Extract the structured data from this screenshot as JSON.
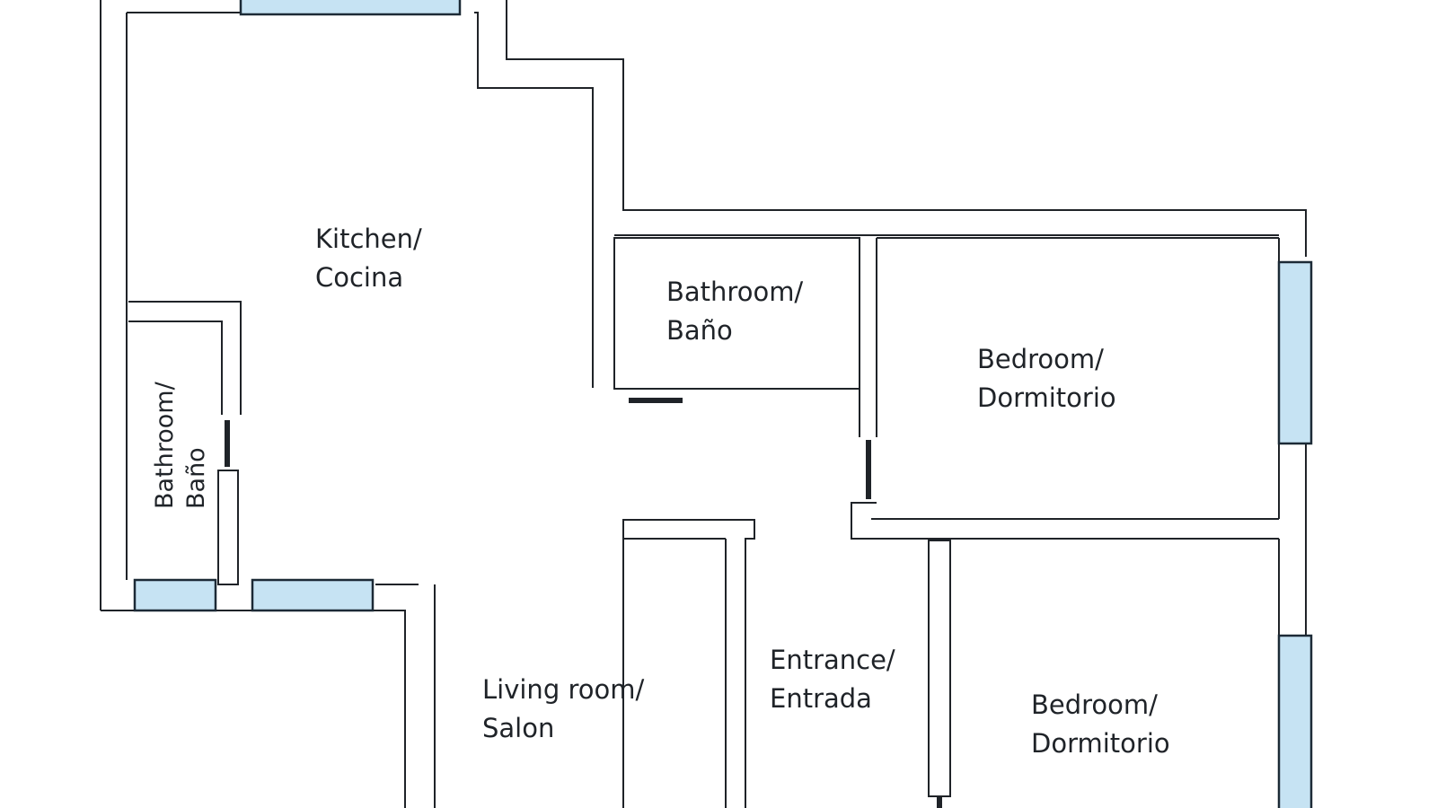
{
  "colors": {
    "wall": "#1f2328",
    "window_fill": "#c6e3f3",
    "window_stroke": "#1c2a36",
    "background": "#ffffff"
  },
  "rooms": {
    "kitchen": {
      "line1": "Kitchen/",
      "line2": "Cocina"
    },
    "bathroom_main": {
      "line1": "Bathroom/",
      "line2": "Baño"
    },
    "bathroom_small": {
      "line1": "Bathroom/",
      "line2": "Baño"
    },
    "bedroom_upper": {
      "line1": "Bedroom/",
      "line2": "Dormitorio"
    },
    "bedroom_lower": {
      "line1": "Bedroom/",
      "line2": "Dormitorio"
    },
    "living_room": {
      "line1": "Living room/",
      "line2": "Salon"
    },
    "entrance": {
      "line1": "Entrance/",
      "line2": "Entrada"
    }
  }
}
